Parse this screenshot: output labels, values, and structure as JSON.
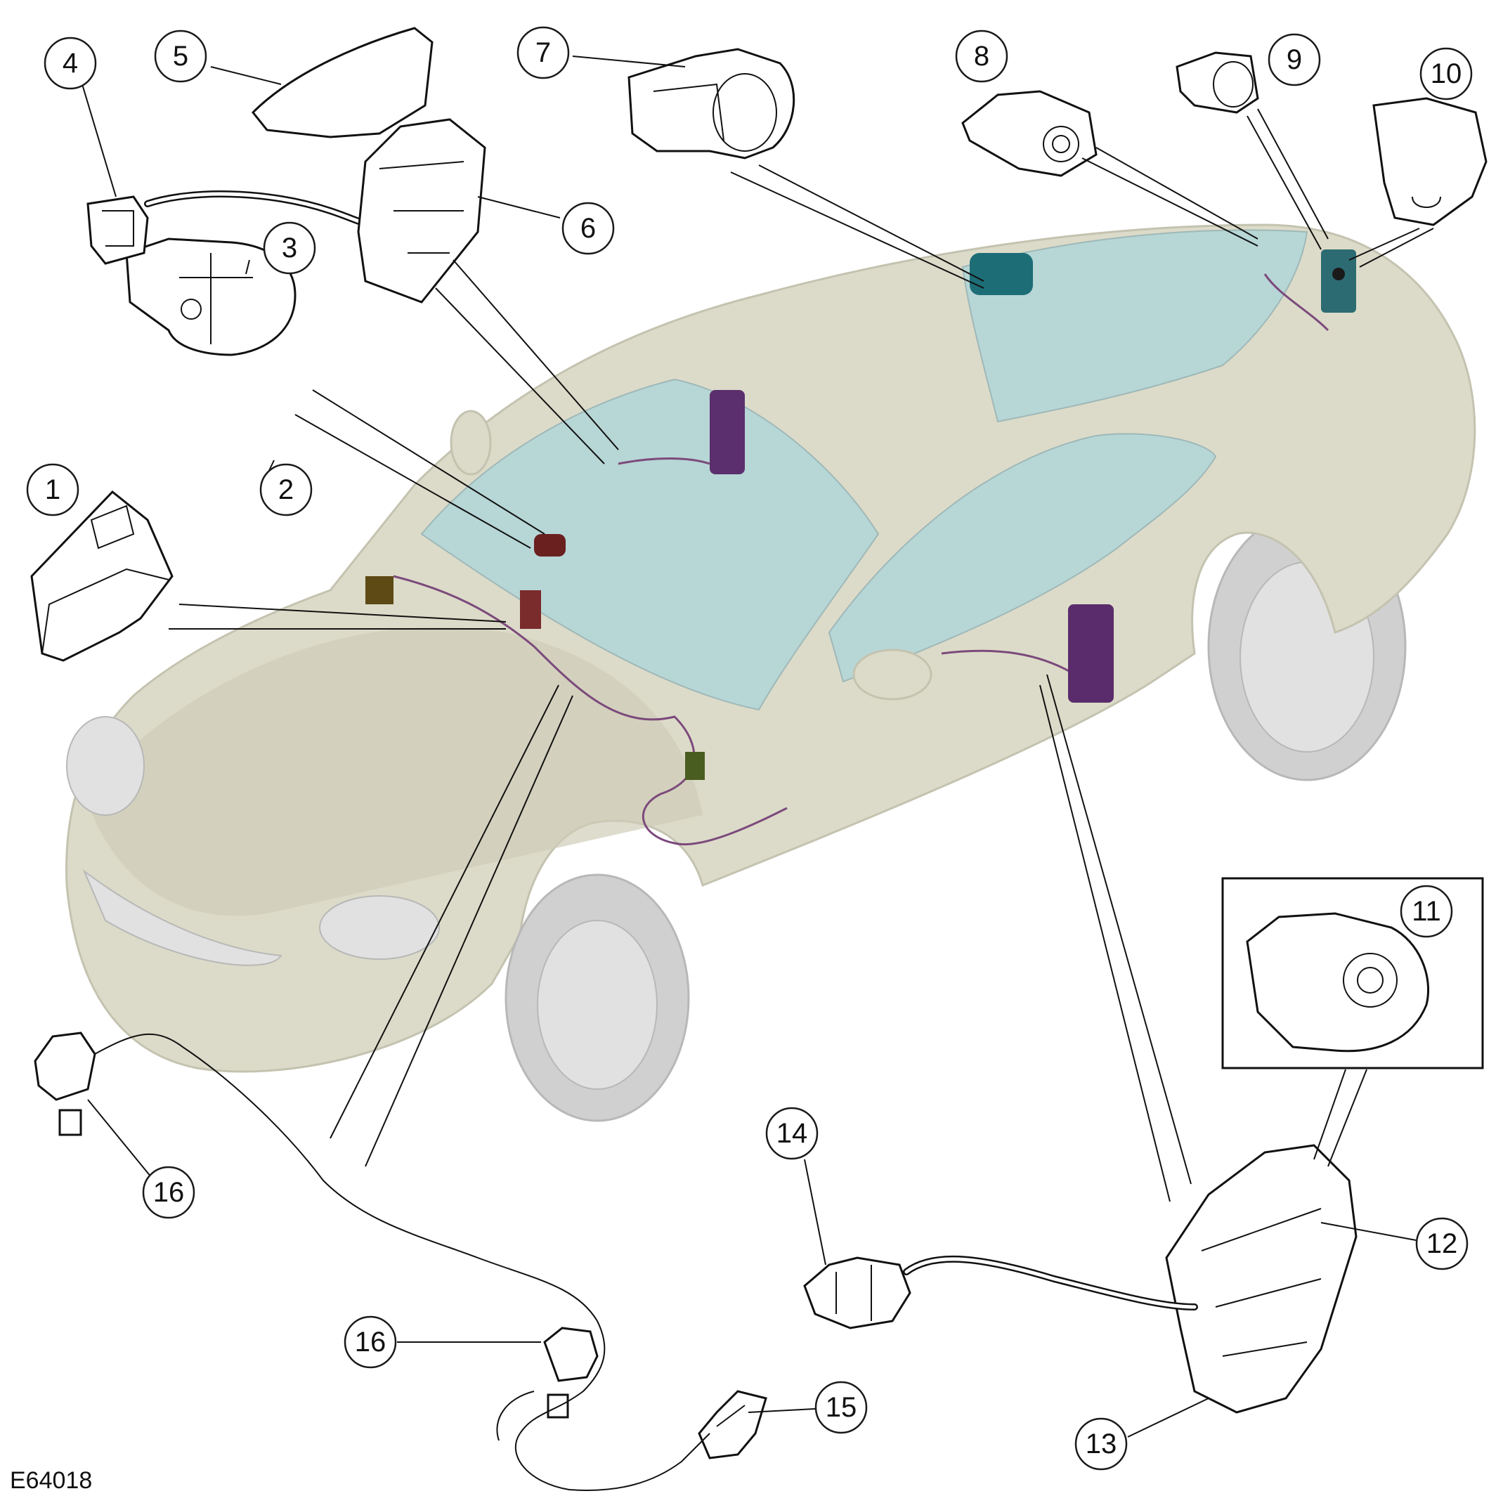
{
  "figure": {
    "id_label": "E64018"
  },
  "callouts": [
    {
      "number": "1"
    },
    {
      "number": "2"
    },
    {
      "number": "3"
    },
    {
      "number": "4"
    },
    {
      "number": "5"
    },
    {
      "number": "6"
    },
    {
      "number": "7"
    },
    {
      "number": "8"
    },
    {
      "number": "9"
    },
    {
      "number": "10"
    },
    {
      "number": "11"
    },
    {
      "number": "12"
    },
    {
      "number": "13"
    },
    {
      "number": "14"
    },
    {
      "number": "15"
    },
    {
      "number": "16"
    },
    {
      "number": "16"
    }
  ],
  "colors": {
    "car_body": "#dcdbc9",
    "glass": "#b7d6d6",
    "harness": "#7c4a7c",
    "line": "#111111"
  }
}
